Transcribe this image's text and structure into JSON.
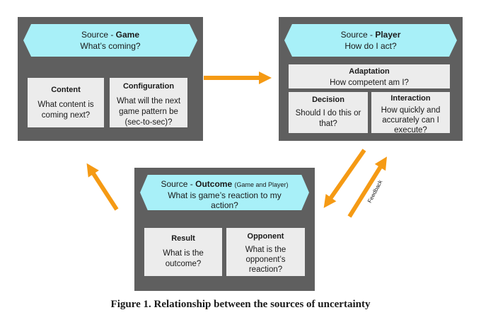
{
  "game": {
    "source_prefix": "Source - ",
    "source_name": "Game",
    "subtitle": "What’s coming?",
    "content": {
      "head": "Content",
      "question": "What content is coming next?"
    },
    "configuration": {
      "head": "Configuration",
      "question": "What will the next game pattern be (sec-to-sec)?"
    }
  },
  "player": {
    "source_prefix": "Source - ",
    "source_name": "Player",
    "subtitle": "How do I act?",
    "adaptation": {
      "head": "Adaptation",
      "question": "How competent am I?"
    },
    "decision": {
      "head": "Decision",
      "question": "Should I do this or that?"
    },
    "interaction": {
      "head": "Interaction",
      "question": "How quickly and accurately can I execute?"
    }
  },
  "outcome": {
    "source_prefix": "Source - ",
    "source_name": "Outcome",
    "source_note": "(Game and Player)",
    "subtitle": "What is game’s reaction to my action?",
    "result": {
      "head": "Result",
      "question": "What is the outcome?"
    },
    "opponent": {
      "head": "Opponent",
      "question": "What is the opponent’s reaction?"
    }
  },
  "feedback_label": "Feedback",
  "caption": "Figure 1. Relationship between the sources of uncertainty",
  "colors": {
    "panel": "#5f5f5f",
    "hexagon": "#a8f0f8",
    "box": "#ececec",
    "arrow": "#f59a14"
  }
}
